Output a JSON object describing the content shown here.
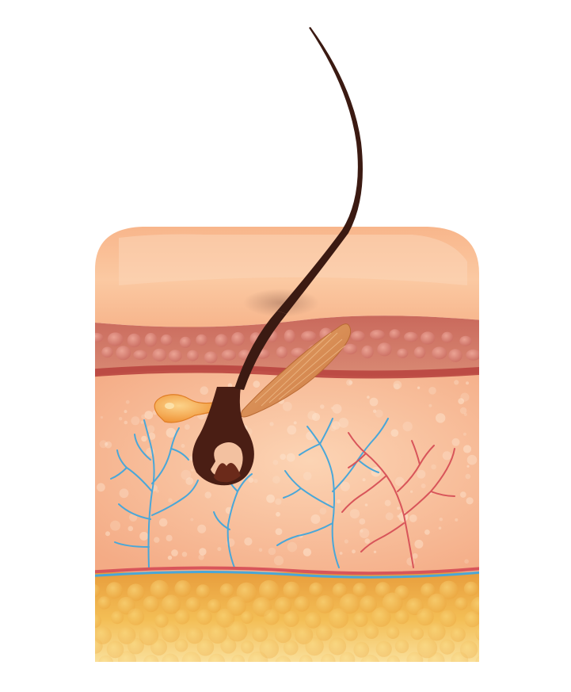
{
  "diagram": {
    "labels": [],
    "structures": [
      "hair-shaft",
      "hair-follicle",
      "sebaceous-gland",
      "arrector-pili-muscle",
      "epidermis",
      "dermis",
      "subcutaneous-fat",
      "blood-vessels"
    ],
    "colors": {
      "background": "#ffffff",
      "epidermis": "#f6b98c",
      "epidermis_light": "#fbd3b0",
      "basal_layer": "#cf7a68",
      "dermis": "#f7b792",
      "fat": "#efaa3c",
      "fat_light": "#f8cd62",
      "hair": "#3b1a12",
      "muscle": "#d58a4e",
      "gland": "#f19a3a",
      "vein": "#4aa7d8",
      "artery": "#d8555a"
    }
  }
}
